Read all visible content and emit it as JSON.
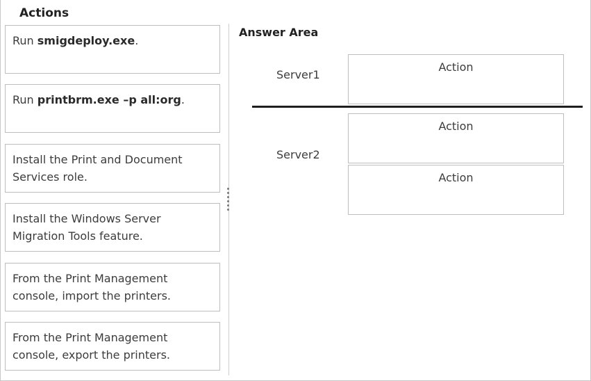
{
  "actions": {
    "title": "Actions",
    "items": [
      {
        "prefix": "Run ",
        "bold": "smigdeploy.exe",
        "suffix": "."
      },
      {
        "prefix": "Run ",
        "bold": "printbrm.exe –p all:org",
        "suffix": "."
      },
      {
        "line1": "Install the Print and Document",
        "line2": "Services role."
      },
      {
        "line1": "Install the Windows Server",
        "line2": "Migration Tools feature."
      },
      {
        "line1": "From the Print Management",
        "line2": "console, import the printers."
      },
      {
        "line1": "From the Print Management",
        "line2": "console, export the printers."
      }
    ]
  },
  "answer_area": {
    "title": "Answer Area",
    "servers": [
      {
        "label": "Server1",
        "slots": [
          "Action"
        ]
      },
      {
        "label": "Server2",
        "slots": [
          "Action",
          "Action"
        ]
      }
    ]
  }
}
